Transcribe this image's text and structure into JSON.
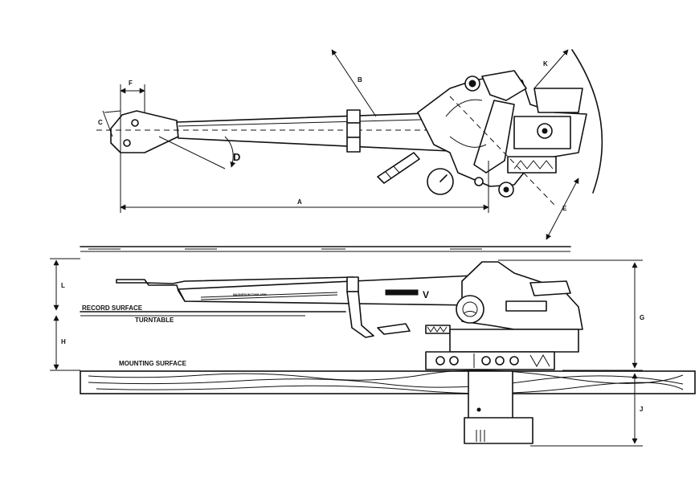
{
  "top_view": {
    "dimensions": {
      "a": "A",
      "b": "B",
      "c": "C",
      "d": "D",
      "e": "E",
      "f": "F",
      "k": "K"
    }
  },
  "side_view": {
    "labels": {
      "record_surface": "RECORD SURFACE",
      "turntable": "TURNTABLE",
      "mounting_surface": "MOUNTING SURFACE",
      "arm_text": "MAGNESIUM TONE-ARM",
      "brand": "V"
    },
    "dimensions": {
      "g": "G",
      "h": "H",
      "j": "J",
      "l": "L"
    }
  }
}
